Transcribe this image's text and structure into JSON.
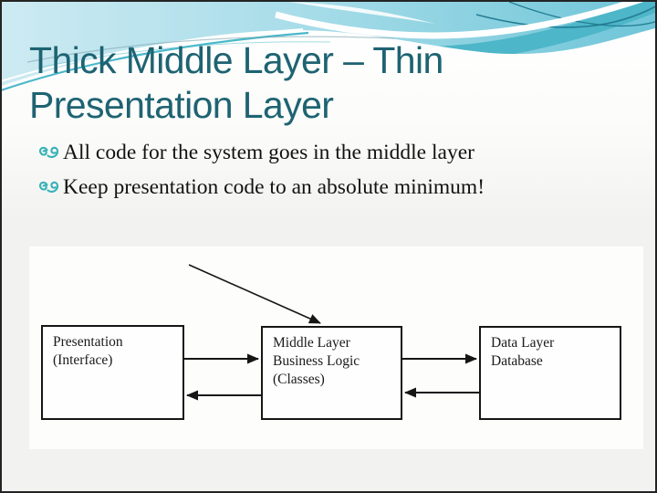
{
  "slide": {
    "title": {
      "lines": [
        "Thick Middle Layer – Thin",
        "Presentation Layer"
      ],
      "color": "#1e6372"
    },
    "bullets": {
      "icon": "floral-swirl-bullet-icon",
      "color": "#38b2b6",
      "items": [
        "All code for the system goes in the middle layer",
        "Keep presentation code to an absolute minimum!"
      ]
    },
    "diagram": {
      "boxes": [
        {
          "id": "presentation-box",
          "lines": [
            "Presentation",
            "(Interface)"
          ]
        },
        {
          "id": "middle-layer-box",
          "lines": [
            "Middle Layer",
            "Business Logic",
            "(Classes)"
          ]
        },
        {
          "id": "data-layer-box",
          "lines": [
            "Data Layer",
            "Database"
          ]
        }
      ],
      "arrows": [
        {
          "from": "annotation-origin-top-left",
          "to": "middle-layer-box",
          "style": "diagonal"
        },
        {
          "from": "presentation-box",
          "to": "middle-layer-box",
          "direction": "right"
        },
        {
          "from": "middle-layer-box",
          "to": "presentation-box",
          "direction": "left"
        },
        {
          "from": "middle-layer-box",
          "to": "data-layer-box",
          "direction": "right"
        },
        {
          "from": "data-layer-box",
          "to": "middle-layer-box",
          "direction": "left"
        }
      ],
      "line_color": "#161616"
    },
    "theme_colors": {
      "sky_light": "#cdeaf2",
      "sky_deep": "#6ec5d8",
      "wave_teal": "#4db6c8",
      "hairline_teal": "#237e93",
      "background": "#f2f3f0"
    }
  }
}
